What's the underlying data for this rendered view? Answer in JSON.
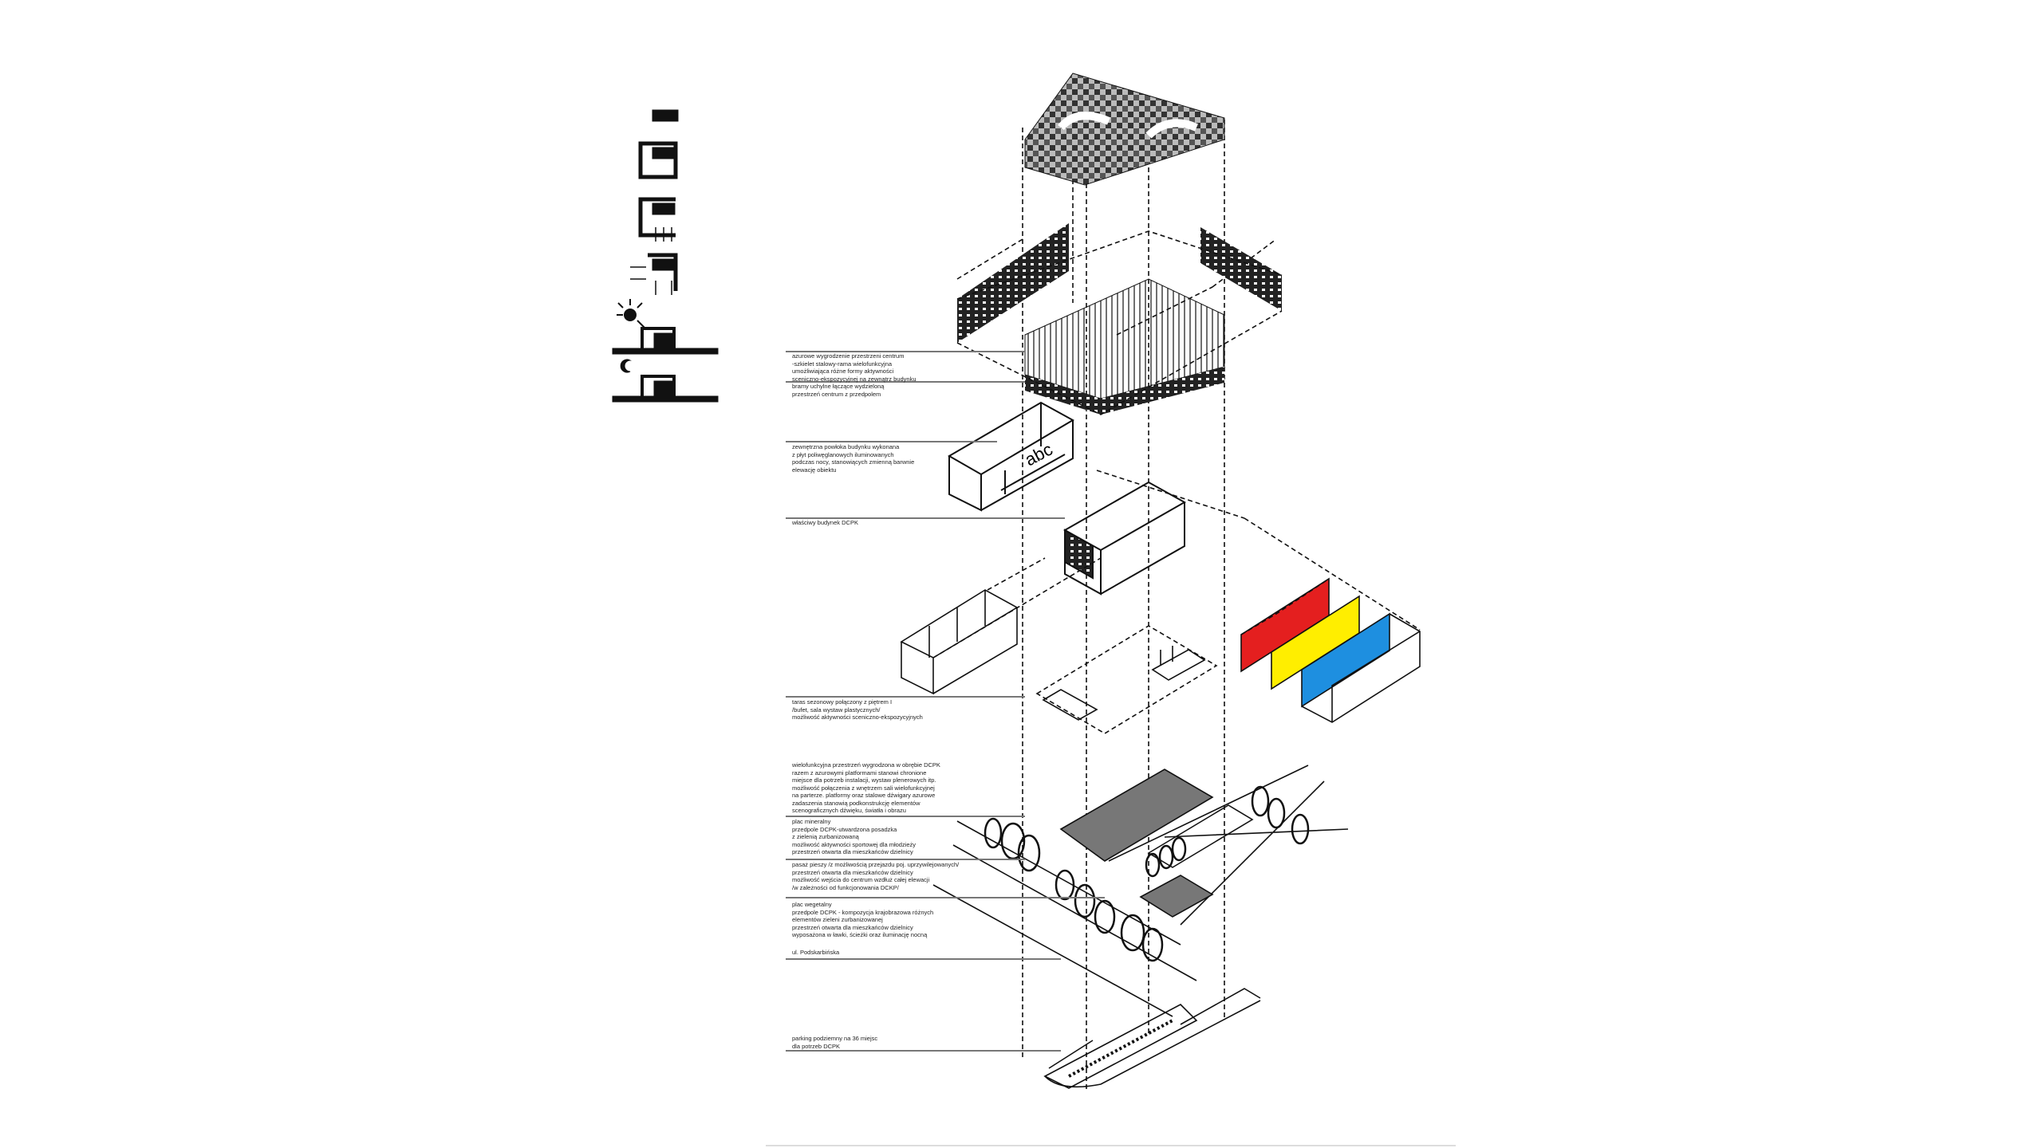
{
  "labels": [
    {
      "text": "azurowe wygrodzenie przestrzeni centrum\n-szkielet stalowy-rama wielofunkcyjna\numożliwiająca różne formy aktywności\nsceniczno-ekspozycyjnej na zewnątrz budynku"
    },
    {
      "text": "bramy uchylne łączące wydzieloną\nprzestrzeń centrum z przedpolem"
    },
    {
      "text": "zewnętrzna powłoka budynku wykonana\nz płyt poliwęglanowych iluminowanych\npodczas nocy, stanowiących zmienną barwnie\nelewację obiektu"
    },
    {
      "text": "właściwy budynek DCPK"
    },
    {
      "text": "taras sezonowy połączony z piętrem I\n/bufet, sala wystaw plastycznych/\nmożliwość aktywności sceniczno-ekspozycyjnych"
    },
    {
      "text": "wielofunkcyjna przestrzeń wygrodzona w obrębie DCPK\nrazem z azurowymi platformami stanowi chronione\nmiejsce dla potrzeb instalacji, wystaw plenerowych itp.\nmożliwość połączenia z wnętrzem sali wielofunkcyjnej\nna parterze. platformy oraz stalowe dźwigary azurowe\nzadaszenia stanowią podkonstrukcję elementów\nscenograficznych dźwięku, światła i obrazu"
    },
    {
      "text": "plac mineralny\nprzedpole DCPK-utwardzona posadzka\nz zielenią zurbanizowaną\nmożliwość aktywności sportowej dla młodzieży\nprzestrzeń otwarta dla mieszkańców dzielnicy"
    },
    {
      "text": "pasaż pieszy /z możliwością przejazdu poj. uprzywilejowanych/\nprzestrzeń otwarta dla mieszkańców dzielnicy\nmożliwość wejścia do centrum wzdłuż całej elewacji\n/w zależności od funkcjonowania DCKP/"
    },
    {
      "text": "plac wegetalny\nprzedpole DCPK - kompozycja krajobrazowa różnych\nelementów zieleni zurbanizowanej\nprzestrzeń otwarta dla mieszkańców dzielnicy\nwyposażona w ławki, ścieżki oraz iluminację nocną"
    },
    {
      "text": "ul. Podskarbińska"
    },
    {
      "text": "parking podziemny na 36 miejsc\ndla potrzeb DCPK"
    }
  ],
  "facade_sign": "abc",
  "colors": {
    "red": "#e41f1f",
    "yellow": "#ffee00",
    "blue": "#1e8fe0",
    "grey": "#777777",
    "ink": "#111111"
  }
}
